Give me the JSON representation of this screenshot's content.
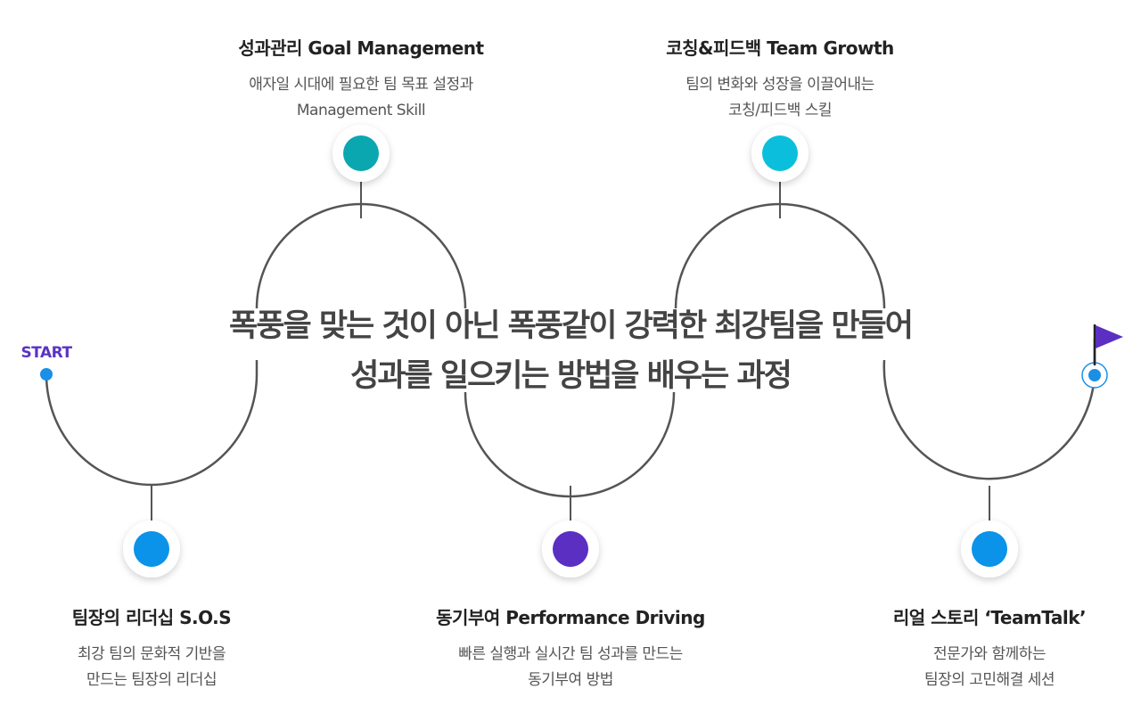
{
  "start_label": "START",
  "headline": {
    "line1": "폭풍을 맞는 것이 아닌 폭풍같이 강력한 최강팀을 만들어",
    "line2": "성과를 일으키는 방법을 배우는 과정"
  },
  "nodes": [
    {
      "title": "팀장의 리더십 S.O.S",
      "desc1": "최강 팀의 문화적 기반을",
      "desc2": "만드는 팀장의 리더십",
      "color": "#0a93e8"
    },
    {
      "title": "성과관리 Goal Management",
      "desc1": "애자일 시대에 필요한 팀 목표 설정과",
      "desc2": "Management Skill",
      "color": "#0aa7b1"
    },
    {
      "title": "동기부여 Performance Driving",
      "desc1": "빠른 실행과 실시간 팀 성과를 만드는",
      "desc2": "동기부여 방법",
      "color": "#5a2fc2"
    },
    {
      "title": "코칭&피드백 Team Growth",
      "desc1": "팀의 변화와 성장을 이끌어내는",
      "desc2": "코칭/피드백 스킬",
      "color": "#0bbfdc"
    },
    {
      "title": "리얼 스토리 ‘TeamTalk’",
      "desc1": "전문가와 함께하는",
      "desc2": "팀장의 고민해결 세션",
      "color": "#0a93e8"
    }
  ],
  "colors": {
    "path": "#555555",
    "start_dot": "#1a8fe6",
    "flag": "#5a2fc2",
    "target": "#1a8fe6"
  }
}
